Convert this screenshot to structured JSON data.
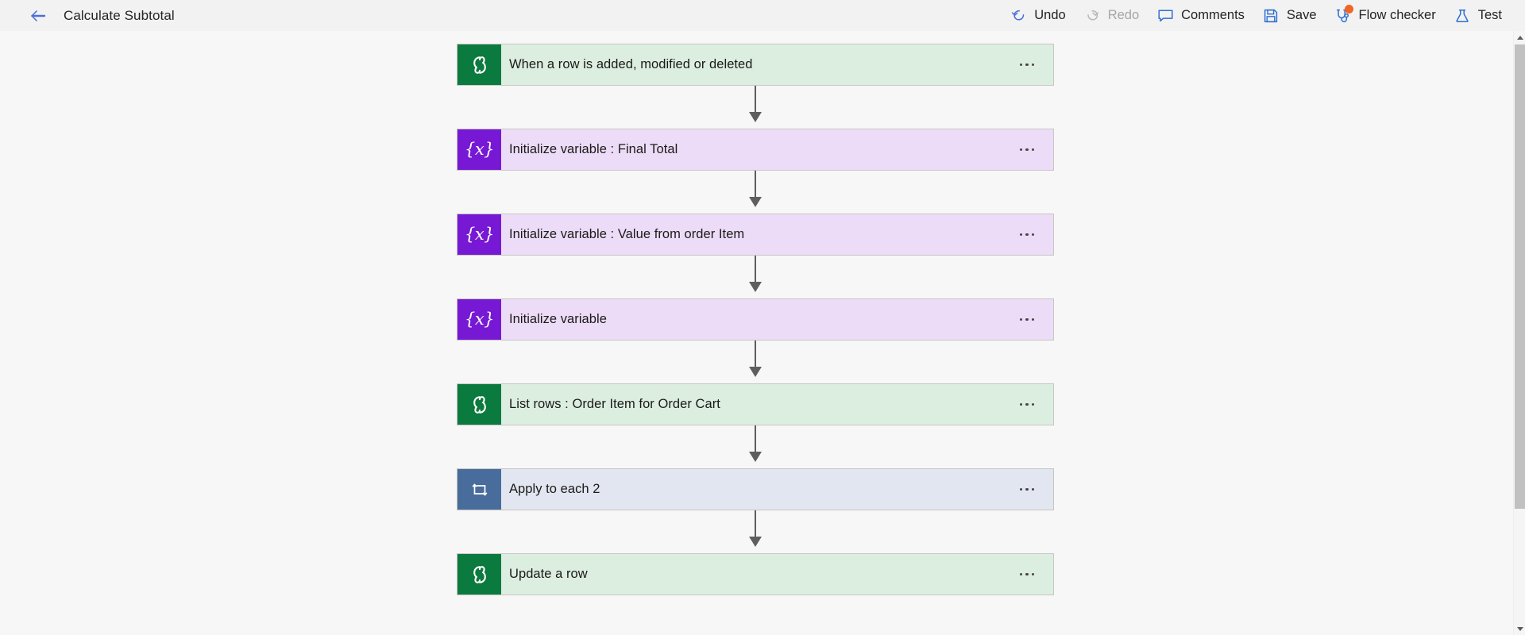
{
  "commandbar": {
    "back_label": "back-arrow",
    "title": "Calculate Subtotal",
    "items": [
      {
        "id": "undo",
        "label": "Undo",
        "icon": "undo-icon",
        "disabled": false,
        "badge": false
      },
      {
        "id": "redo",
        "label": "Redo",
        "icon": "redo-icon",
        "disabled": true,
        "badge": false
      },
      {
        "id": "comments",
        "label": "Comments",
        "icon": "comment-icon",
        "disabled": false,
        "badge": false
      },
      {
        "id": "save",
        "label": "Save",
        "icon": "save-icon",
        "disabled": false,
        "badge": false
      },
      {
        "id": "flow-checker",
        "label": "Flow checker",
        "icon": "stethoscope-icon",
        "disabled": false,
        "badge": true
      },
      {
        "id": "test",
        "label": "Test",
        "icon": "flask-icon",
        "disabled": false,
        "badge": false
      }
    ]
  },
  "canvas": {
    "nodes": [
      {
        "title": "When a row is added, modified or deleted",
        "type": "dataverse",
        "icon": "dataverse-icon"
      },
      {
        "title": "Initialize variable : Final Total",
        "type": "variable",
        "icon": "variable-icon"
      },
      {
        "title": "Initialize variable : Value from order Item",
        "type": "variable",
        "icon": "variable-icon"
      },
      {
        "title": "Initialize variable",
        "type": "variable",
        "icon": "variable-icon"
      },
      {
        "title": "List rows : Order Item for Order Cart",
        "type": "dataverse",
        "icon": "dataverse-icon"
      },
      {
        "title": "Apply to each 2",
        "type": "control",
        "icon": "loop-icon"
      },
      {
        "title": "Update a row",
        "type": "dataverse",
        "icon": "dataverse-icon"
      }
    ],
    "menu_glyph": "ellipsis-icon",
    "variable_glyph": "{x}"
  },
  "colors": {
    "dataverse_tile": "#0b7a3e",
    "dataverse_body": "#dceee0",
    "variable_tile": "#7719d4",
    "variable_body": "#ecdcf7",
    "control_tile": "#486c9b",
    "control_body": "#e2e6f0",
    "accent_blue": "#4a6fdc",
    "badge_orange": "#f26522",
    "connector": "#605e5c",
    "canvas_bg": "#f7f7f7",
    "commandbar_bg": "#f2f2f2"
  },
  "scrollbar": {
    "up_arrow": "scroll-up-arrow",
    "down_arrow": "scroll-down-arrow",
    "thumb": "scroll-thumb"
  }
}
